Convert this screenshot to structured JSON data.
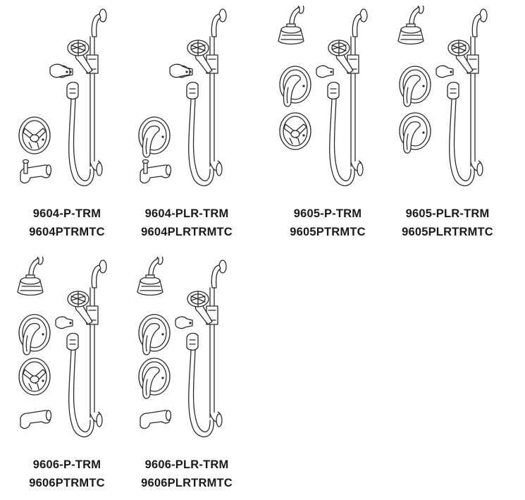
{
  "kits": [
    {
      "sku": "9604-P-TRM",
      "code": "9604PTRMTC",
      "showerhead": false,
      "handles": [
        "lever-short",
        "knob"
      ],
      "spout": true
    },
    {
      "sku": "9604-PLR-TRM",
      "code": "9604PLRTRMTC",
      "showerhead": false,
      "handles": [
        "lever-short",
        "lever"
      ],
      "spout": true
    },
    {
      "sku": "9605-P-TRM",
      "code": "9605PTRMTC",
      "showerhead": true,
      "handles": [
        "lever",
        "knob"
      ],
      "spout": false
    },
    {
      "sku": "9605-PLR-TRM",
      "code": "9605PLRTRMTC",
      "showerhead": true,
      "handles": [
        "lever",
        "lever"
      ],
      "spout": false
    },
    {
      "sku": "9606-P-TRM",
      "code": "9606PTRMTC",
      "showerhead": true,
      "handles": [
        "lever",
        "knob"
      ],
      "spout": true
    },
    {
      "sku": "9606-PLR-TRM",
      "code": "9606PLRTRMTC",
      "showerhead": true,
      "handles": [
        "lever",
        "lever"
      ],
      "spout": true
    }
  ]
}
